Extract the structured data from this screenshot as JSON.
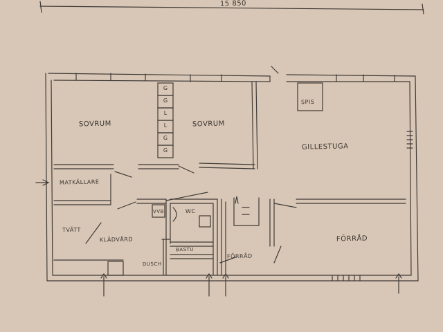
{
  "drawing": {
    "dimension": "15 850",
    "rooms": {
      "sovrum_left": "SOVRUM",
      "sovrum_right": "SOVRUM",
      "gillestuga": "GILLESTUGA",
      "spis": "SPIS",
      "matkallare": "MATKÄLLARE",
      "tvatt": "TVÄTT",
      "kladvard": "KLÄDVÅRD",
      "vvb": "VVB",
      "wc": "WC",
      "bastu": "BASTU",
      "dusch": "DUSCH",
      "forrad_small": "FÖRRÅD",
      "forrad_large": "FÖRRÅD"
    },
    "column_marks": [
      "G",
      "G",
      "L",
      "L",
      "G",
      "G"
    ],
    "colors": {
      "paper": "#d8c7b6",
      "ink": "#3a3430"
    }
  }
}
